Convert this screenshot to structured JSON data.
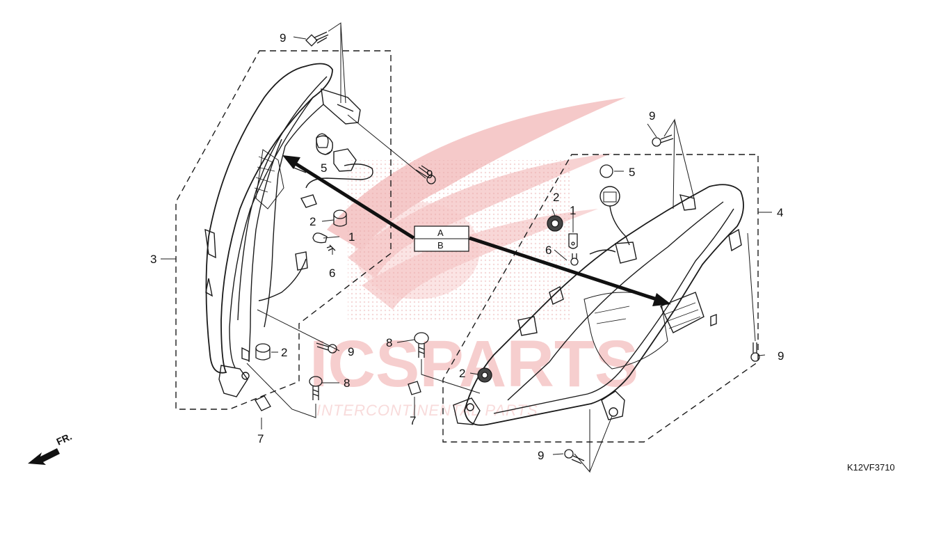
{
  "diagram": {
    "code": "K12VF3710",
    "direction_label": "FR.",
    "box_labels": [
      "A",
      "B"
    ],
    "callouts": {
      "c9_top_left": "9",
      "c5_left": "5",
      "c9_mid": "9",
      "c2_left_upper": "2",
      "c1_left": "1",
      "c6_left": "6",
      "c3": "3",
      "c9_left_lower": "9",
      "c2_left_lower": "2",
      "c8_left": "8",
      "c7_left": "7",
      "c8_mid": "8",
      "c2_mid": "2",
      "c7_mid": "7",
      "c2_right": "2",
      "c1_right": "1",
      "c6_right": "6",
      "c9_top_right": "9",
      "c5_right": "5",
      "c4": "4",
      "c9_right": "9",
      "c9_bottom_right": "9"
    }
  },
  "watermark": {
    "brand": "ICSPARTS",
    "tagline": "INTERCONTINENTAL PARTS"
  },
  "colors": {
    "line": "#1a1a1a",
    "watermark": "#f2b5b5"
  }
}
